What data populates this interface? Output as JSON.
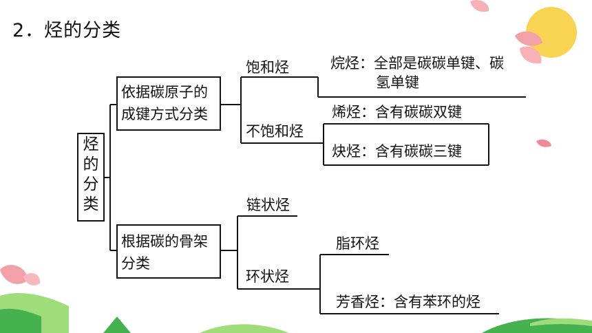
{
  "heading": "2．烃的分类",
  "root": [
    "烃",
    "的",
    "分",
    "类"
  ],
  "basis": {
    "bond": [
      "依据碳原子的",
      "成键方式分类"
    ],
    "skeleton": [
      "根据碳的骨架",
      "分类"
    ]
  },
  "categories": {
    "saturated": "饱和烃",
    "unsaturated": "不饱和烃",
    "chain": "链状烃",
    "cyclic": "环状烃"
  },
  "leaves": {
    "alkane": [
      "烷烃：全部是碳碳单键、碳",
      "氢单键"
    ],
    "alkene": "烯烃：含有碳碳双键",
    "alkyne": "炔烃：含有碳碳三键",
    "alicyclic": "脂环烃",
    "aromatic": "芳香烃：含有苯环的烃"
  },
  "colors": {
    "sun": "#f9d24a",
    "petal": "#f4a0a8",
    "grass_light": "#9fdc7a",
    "grass_dark": "#46b24f"
  }
}
